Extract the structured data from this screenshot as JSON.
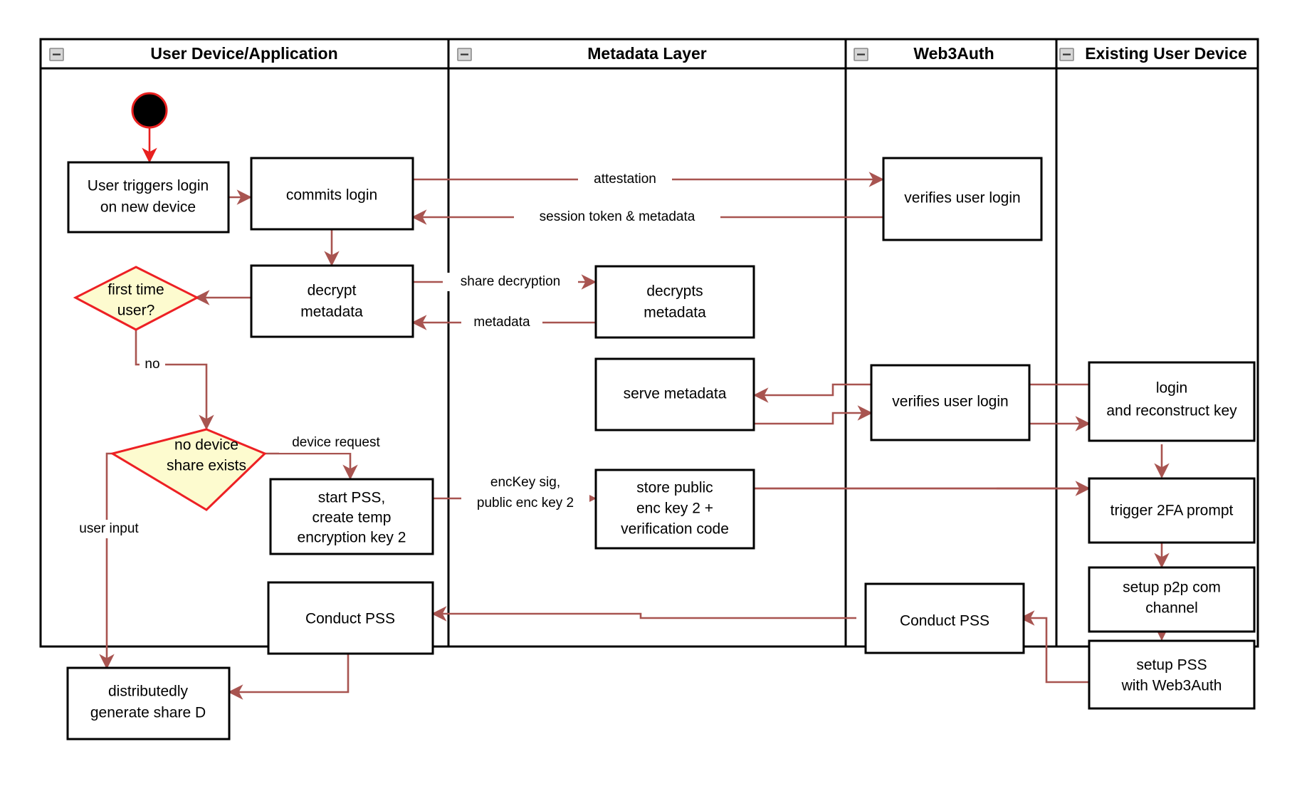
{
  "diagram": {
    "type": "swimlane-activity-diagram",
    "title": "Web3Auth new-device login and PSS flow",
    "colors": {
      "edge": "#a85450",
      "start_node_border": "#e8201f",
      "decision_fill": "#fdfbcf",
      "decision_border": "#ed2024",
      "node_border": "#000000",
      "node_fill": "#ffffff",
      "lane_border": "#000000",
      "text": "#000000"
    },
    "lanes": [
      {
        "id": "lane-user-device",
        "label": "User Device/Application",
        "collapse_icon": "minus-icon"
      },
      {
        "id": "lane-metadata",
        "label": "Metadata Layer",
        "collapse_icon": "minus-icon"
      },
      {
        "id": "lane-web3auth",
        "label": "Web3Auth",
        "collapse_icon": "minus-icon"
      },
      {
        "id": "lane-existing-device",
        "label": "Existing User Device",
        "collapse_icon": "minus-icon"
      }
    ],
    "start_node": {
      "id": "start",
      "shape": "filled-circle",
      "label": ""
    },
    "nodes": [
      {
        "id": "n-user-triggers-login",
        "lane": "lane-user-device",
        "shape": "rect",
        "lines": [
          "User triggers login",
          "on new device"
        ]
      },
      {
        "id": "n-commits-login",
        "lane": "lane-user-device",
        "shape": "rect",
        "lines": [
          "commits login"
        ]
      },
      {
        "id": "n-decrypt-metadata",
        "lane": "lane-user-device",
        "shape": "rect",
        "lines": [
          "decrypt",
          "metadata"
        ]
      },
      {
        "id": "n-first-time-user",
        "lane": "lane-user-device",
        "shape": "diamond",
        "lines": [
          "first time",
          "user?"
        ]
      },
      {
        "id": "n-no-device-share-exists",
        "lane": "lane-user-device",
        "shape": "diamond",
        "lines": [
          "no device",
          "share exists"
        ]
      },
      {
        "id": "n-start-pss",
        "lane": "lane-user-device",
        "shape": "rect",
        "lines": [
          "start PSS,",
          "create temp",
          "encryption key 2"
        ]
      },
      {
        "id": "n-conduct-pss-left",
        "lane": "lane-user-device",
        "shape": "rect",
        "lines": [
          "Conduct PSS"
        ]
      },
      {
        "id": "n-distributedly-generate-share-d",
        "lane": "lane-user-device",
        "shape": "rect",
        "lines": [
          "distributedly",
          "generate share D"
        ]
      },
      {
        "id": "n-decrypts-metadata",
        "lane": "lane-metadata",
        "shape": "rect",
        "lines": [
          "decrypts",
          "metadata"
        ]
      },
      {
        "id": "n-serve-metadata",
        "lane": "lane-metadata",
        "shape": "rect",
        "lines": [
          "serve metadata"
        ]
      },
      {
        "id": "n-store-public-enc-key",
        "lane": "lane-metadata",
        "shape": "rect",
        "lines": [
          "store public",
          "enc key 2 +",
          "verification code"
        ]
      },
      {
        "id": "n-verifies-user-login-top",
        "lane": "lane-web3auth",
        "shape": "rect",
        "lines": [
          "verifies user login"
        ]
      },
      {
        "id": "n-verifies-user-login-mid",
        "lane": "lane-web3auth",
        "shape": "rect",
        "lines": [
          "verifies user login"
        ]
      },
      {
        "id": "n-conduct-pss-right",
        "lane": "lane-web3auth",
        "shape": "rect",
        "lines": [
          "Conduct PSS"
        ]
      },
      {
        "id": "n-login-reconstruct-key",
        "lane": "lane-existing-device",
        "shape": "rect",
        "lines": [
          "login",
          "and reconstruct key"
        ]
      },
      {
        "id": "n-trigger-2fa-prompt",
        "lane": "lane-existing-device",
        "shape": "rect",
        "lines": [
          "trigger 2FA prompt"
        ]
      },
      {
        "id": "n-setup-p2p-com-channel",
        "lane": "lane-existing-device",
        "shape": "rect",
        "lines": [
          "setup p2p com",
          "channel"
        ]
      },
      {
        "id": "n-setup-pss-with-web3auth",
        "lane": "lane-existing-device",
        "shape": "rect",
        "lines": [
          "setup PSS",
          "with Web3Auth"
        ]
      }
    ],
    "edge_labels": [
      {
        "id": "e-attestation",
        "text": "attestation"
      },
      {
        "id": "e-session-token",
        "text": "session token & metadata"
      },
      {
        "id": "e-share-decryption",
        "text": "share decryption"
      },
      {
        "id": "e-metadata",
        "text": "metadata"
      },
      {
        "id": "e-no",
        "text": "no"
      },
      {
        "id": "e-device-request",
        "text": "device request"
      },
      {
        "id": "e-user-input",
        "text": "user input"
      },
      {
        "id": "e-enckey-sig-1",
        "text": "encKey sig,"
      },
      {
        "id": "e-enckey-sig-2",
        "text": "public enc key 2"
      }
    ]
  }
}
